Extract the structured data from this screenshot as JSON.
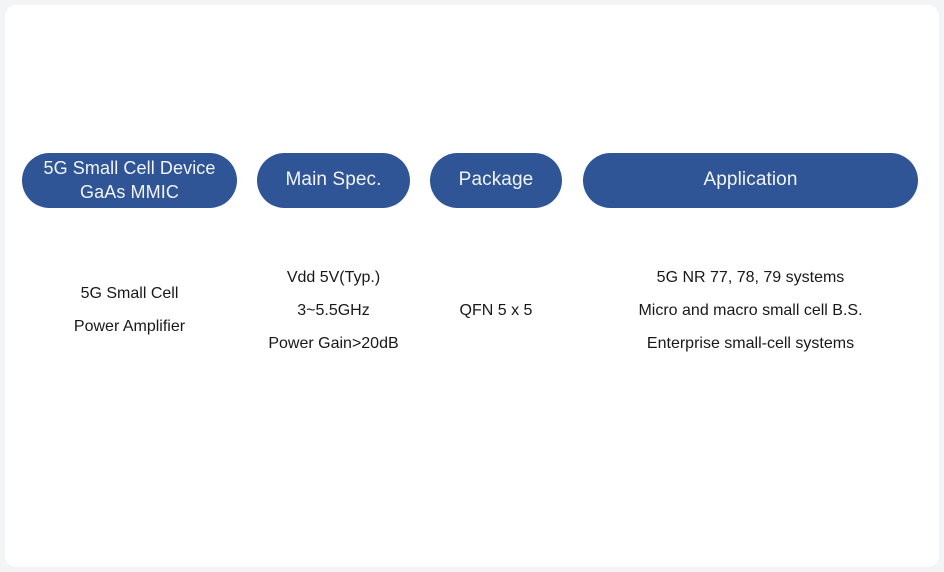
{
  "theme": {
    "page_background": "#f3f4f6",
    "card_background": "#ffffff",
    "pill_fill": "#2f5597",
    "pill_text_color": "#f2f4f8",
    "body_text_color": "#181818"
  },
  "columns": [
    {
      "heading": "5G Small Cell Device\nGaAs MMIC",
      "heading_name": "device-heading-pill",
      "lines": [
        "5G Small Cell",
        "Power Amplifier"
      ]
    },
    {
      "heading": "Main Spec.",
      "heading_name": "main-spec-heading-pill",
      "lines": [
        "Vdd 5V(Typ.)",
        "3~5.5GHz",
        "Power Gain>20dB"
      ]
    },
    {
      "heading": "Package",
      "heading_name": "package-heading-pill",
      "lines": [
        "QFN 5 x 5"
      ]
    },
    {
      "heading": "Application",
      "heading_name": "application-heading-pill",
      "lines": [
        "5G NR 77, 78, 79 systems",
        "Micro and macro small cell B.S.",
        "Enterprise small-cell systems"
      ]
    }
  ]
}
